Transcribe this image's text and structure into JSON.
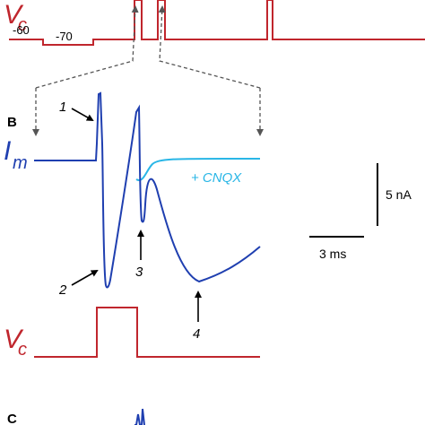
{
  "colors": {
    "vc": "#c0262d",
    "im": "#1f3fb0",
    "cnqx": "#29b6e6",
    "scale": "#000000",
    "arrow_dashed": "#555555"
  },
  "panel_top": {
    "vc_symbol": "V",
    "vc_subscript": "c",
    "level_a": "-60",
    "level_b": "-70"
  },
  "panel_b": {
    "label": "B",
    "im_symbol": "I",
    "im_subscript": "m",
    "cnqx_label": "+ CNQX",
    "scale_current": "5 nA",
    "scale_time": "3 ms",
    "points": [
      "1",
      "2",
      "3",
      "4"
    ],
    "vc_symbol": "V",
    "vc_subscript": "c"
  },
  "panel_c": {
    "label": "C"
  }
}
